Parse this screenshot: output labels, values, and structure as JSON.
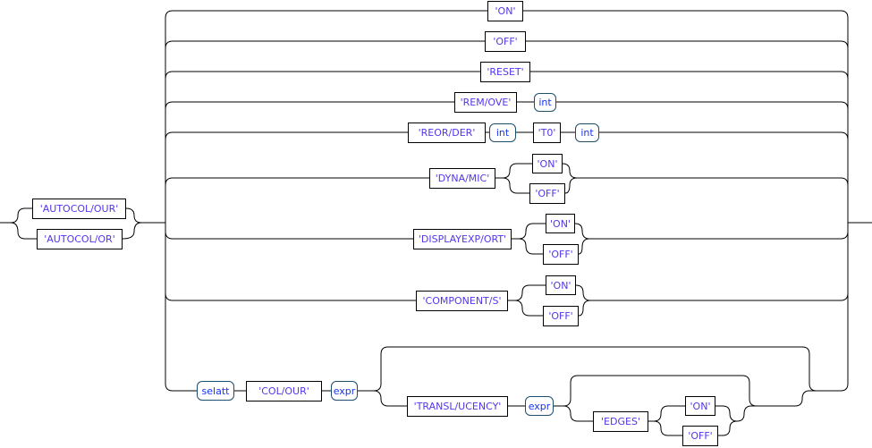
{
  "diagram": {
    "title": "AUTOCOLOUR command syntax railroad diagram",
    "colors": {
      "background": "#ffffff",
      "line": "#000000",
      "literal_border": "#000000",
      "literal_text": "#5236ee",
      "variable_border": "#1d4f6e",
      "variable_text": "#1733f0"
    },
    "nodes": {
      "autocol_our": {
        "label": "'AUTOCOL/OUR'",
        "kind": "literal"
      },
      "autocol_or": {
        "label": "'AUTOCOL/OR'",
        "kind": "literal"
      },
      "on1": {
        "label": "'ON'",
        "kind": "literal"
      },
      "off1": {
        "label": "'OFF'",
        "kind": "literal"
      },
      "reset1": {
        "label": "'RESET'",
        "kind": "literal"
      },
      "remove1": {
        "label": "'REM/OVE'",
        "kind": "literal"
      },
      "int1": {
        "label": "int",
        "kind": "variable"
      },
      "reorder1": {
        "label": "'REOR/DER'",
        "kind": "literal"
      },
      "int2": {
        "label": "int",
        "kind": "variable"
      },
      "t0": {
        "label": "'T0'",
        "kind": "literal"
      },
      "int3": {
        "label": "int",
        "kind": "variable"
      },
      "dynamic1": {
        "label": "'DYNA/MIC'",
        "kind": "literal"
      },
      "on2": {
        "label": "'ON'",
        "kind": "literal"
      },
      "off2": {
        "label": "'OFF'",
        "kind": "literal"
      },
      "displayexport1": {
        "label": "'DISPLAYEXP/ORT'",
        "kind": "literal"
      },
      "on3": {
        "label": "'ON'",
        "kind": "literal"
      },
      "off3": {
        "label": "'OFF'",
        "kind": "literal"
      },
      "components1": {
        "label": "'COMPONENT/S'",
        "kind": "literal"
      },
      "on4": {
        "label": "'ON'",
        "kind": "literal"
      },
      "off4": {
        "label": "'OFF'",
        "kind": "literal"
      },
      "selatt1": {
        "label": "selatt",
        "kind": "variable"
      },
      "colour1": {
        "label": "'COL/OUR'",
        "kind": "literal"
      },
      "expr1": {
        "label": "expr",
        "kind": "variable"
      },
      "translucency1": {
        "label": "'TRANSL/UCENCY'",
        "kind": "literal"
      },
      "expr2": {
        "label": "expr",
        "kind": "variable"
      },
      "edges1": {
        "label": "'EDGES'",
        "kind": "literal"
      },
      "on5": {
        "label": "'ON'",
        "kind": "literal"
      },
      "off5": {
        "label": "'OFF'",
        "kind": "literal"
      }
    }
  }
}
